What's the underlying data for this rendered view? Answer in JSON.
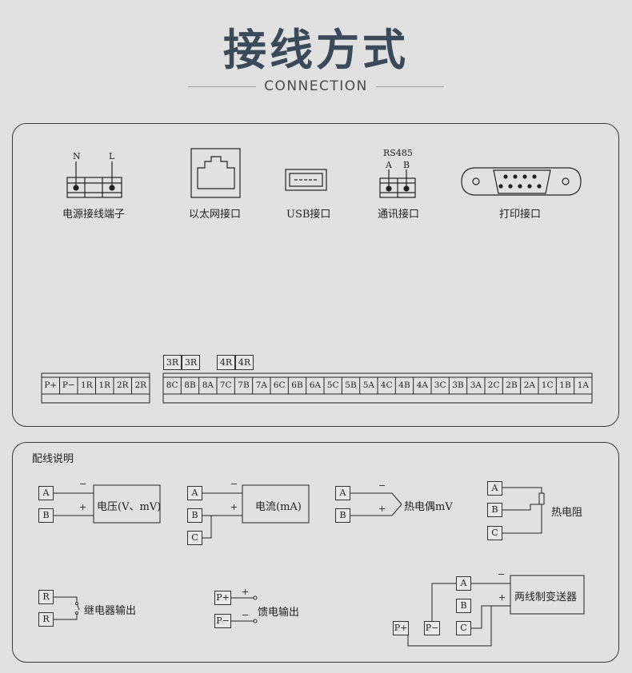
{
  "header": {
    "title": "接线方式",
    "subtitle": "CONNECTION"
  },
  "ports": {
    "power": {
      "label": "电源接线端子",
      "n": "N",
      "l": "L"
    },
    "ethernet": {
      "label": "以太网接口"
    },
    "usb": {
      "label": "USB接口"
    },
    "comm": {
      "label": "通讯接口",
      "proto": "RS485",
      "a": "A",
      "b": "B"
    },
    "printer": {
      "label": "打印接口"
    }
  },
  "terminals": {
    "left": [
      "P+",
      "P−",
      "1R",
      "1R",
      "2R",
      "2R"
    ],
    "right": [
      "8C",
      "8B",
      "8A",
      "7C",
      "7B",
      "7A",
      "6C",
      "6B",
      "6A",
      "5C",
      "5B",
      "5A",
      "4C",
      "4B",
      "4A",
      "3C",
      "3B",
      "3A",
      "2C",
      "2B",
      "2A",
      "1C",
      "1B",
      "1A"
    ],
    "tags": [
      "3R",
      "3R",
      "4R",
      "4R"
    ]
  },
  "wiring": {
    "heading": "配线说明",
    "voltage": {
      "a": "A",
      "b": "B",
      "minus": "−",
      "plus": "+",
      "label": "电压(V、mV)"
    },
    "current": {
      "a": "A",
      "b": "B",
      "c": "C",
      "minus": "−",
      "plus": "+",
      "label": "电流(mA)"
    },
    "thermocouple": {
      "a": "A",
      "b": "B",
      "minus": "−",
      "plus": "+",
      "label": "热电偶mV"
    },
    "rtd": {
      "a": "A",
      "b": "B",
      "c": "C",
      "label": "热电阻"
    },
    "relay": {
      "r1": "R",
      "r2": "R",
      "label": "继电器输出"
    },
    "feed": {
      "p1": "P+",
      "p2": "P−",
      "plus": "+",
      "minus": "−",
      "label": "馈电输出"
    },
    "transmitter": {
      "p1": "P+",
      "p2": "P−",
      "a": "A",
      "b": "B",
      "c": "C",
      "minus": "−",
      "plus": "+",
      "label": "两线制变送器"
    }
  }
}
